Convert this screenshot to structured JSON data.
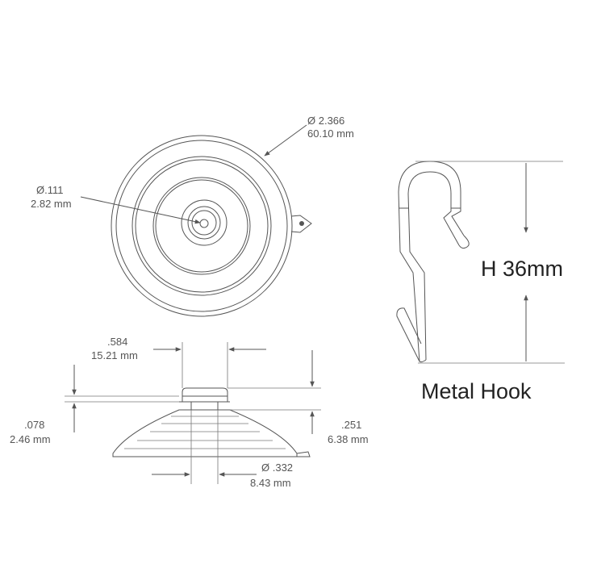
{
  "top_view": {
    "outer_diameter_in": "Ø 2.366",
    "outer_diameter_mm": "60.10 mm",
    "hole_diameter_in": "Ø.111",
    "hole_diameter_mm": "2.82 mm"
  },
  "side_view": {
    "knob_width_in": ".584",
    "knob_width_mm": "15.21 mm",
    "knob_gap_in": ".078",
    "knob_gap_mm": "2.46 mm",
    "height_in": ".251",
    "height_mm": "6.38 mm",
    "stem_diameter_in": "Ø .332",
    "stem_diameter_mm": "8.43 mm"
  },
  "hook": {
    "height_label": "H 36mm",
    "title": "Metal Hook"
  }
}
